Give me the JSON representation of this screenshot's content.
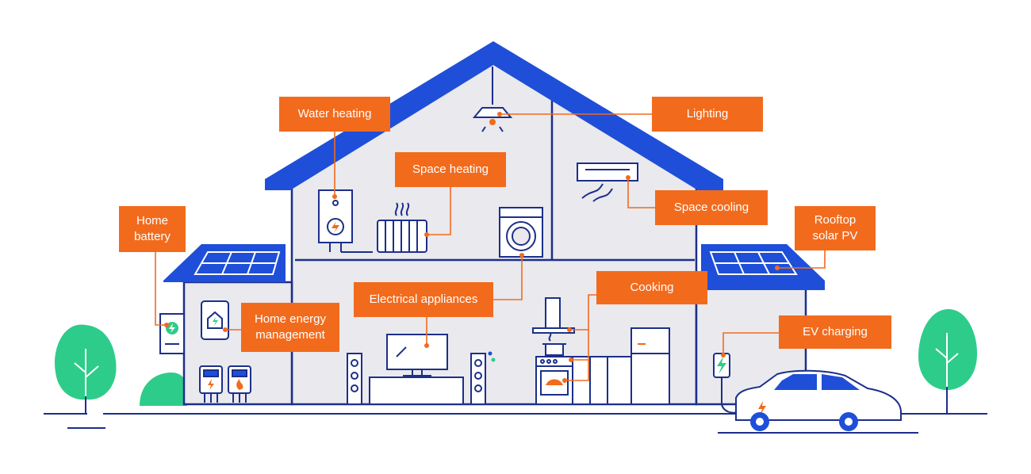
{
  "labels": {
    "water_heating": "Water heating",
    "lighting": "Lighting",
    "space_heating": "Space heating",
    "space_cooling": "Space cooling",
    "home_battery_line1": "Home",
    "home_battery_line2": "battery",
    "rooftop_solar_line1": "Rooftop",
    "rooftop_solar_line2": "solar PV",
    "home_energy_line1": "Home energy",
    "home_energy_line2": "management",
    "electrical_appliances": "Electrical appliances",
    "cooking": "Cooking",
    "ev_charging": "EV charging"
  },
  "colors": {
    "roof": "#1f4fd8",
    "outline": "#1c2f8a",
    "wall_fill": "#e9e9ee",
    "label_bg": "#f26b1d",
    "connector": "#f26b1d",
    "tree": "#2ecc8a",
    "panel": "#1f4fd8"
  },
  "icons": [
    "solar-panel-icon",
    "battery-icon",
    "water-heater-icon",
    "radiator-icon",
    "washing-machine-icon",
    "ceiling-lamp-icon",
    "air-conditioner-icon",
    "tv-icon",
    "speaker-icon",
    "stove-icon",
    "fridge-icon",
    "ev-charger-icon",
    "electric-car-icon",
    "tree-icon",
    "smart-meter-icon",
    "gas-meter-icon"
  ]
}
